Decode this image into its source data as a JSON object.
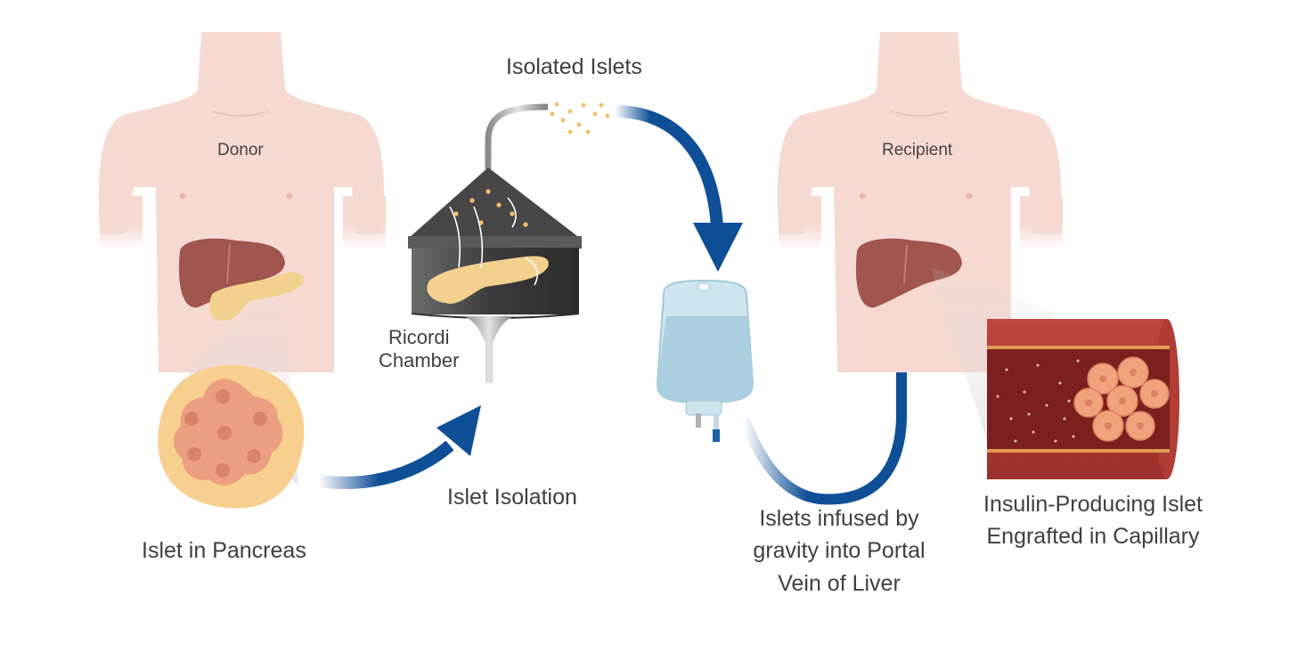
{
  "labels": {
    "donor": "Donor",
    "recipient": "Recipient",
    "isolated_islets": "Isolated Islets",
    "ricordi_line1": "Ricordi",
    "ricordi_line2": "Chamber",
    "islet_in_pancreas": "Islet in Pancreas",
    "islet_isolation": "Islet Isolation",
    "infused_line1": "Islets infused by",
    "infused_line2": "gravity into Portal",
    "infused_line3": "Vein of Liver",
    "engrafted_line1": "Insulin-Producing Islet",
    "engrafted_line2": "Engrafted in Capillary"
  },
  "colors": {
    "skin": "#f6d9d2",
    "liver": "#a0554e",
    "pancreas": "#f3d08e",
    "arrow": "#0f4f97",
    "chamber": "#3d3d3d",
    "iv_fluid": "#a9cfe0",
    "vessel": "#8e2424",
    "islet_cell": "#f0a27a"
  }
}
